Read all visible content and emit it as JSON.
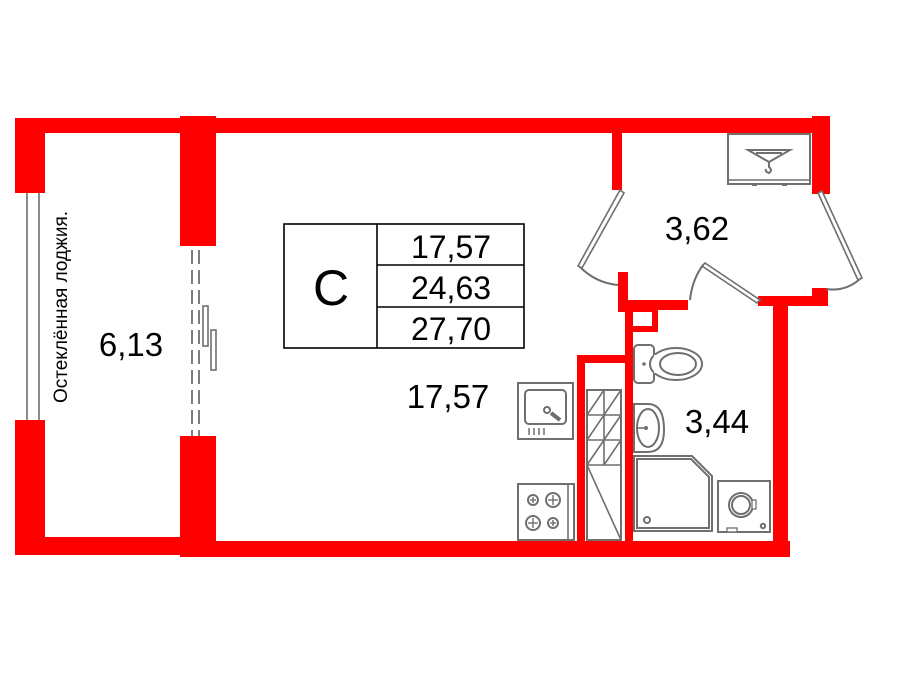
{
  "plan": {
    "type": "studio",
    "unit_code": "C",
    "areas_summary": {
      "living_area": "17,57",
      "total_area": "24,63",
      "total_area_with_loggia": "27,70"
    },
    "rooms": [
      {
        "id": "loggia",
        "label": "Остеклённая лоджия.",
        "area": "6,13"
      },
      {
        "id": "main-room",
        "label": "",
        "area": "17,57"
      },
      {
        "id": "hallway",
        "label": "",
        "area": "3,62"
      },
      {
        "id": "bathroom",
        "label": "",
        "area": "3,44"
      }
    ],
    "fixtures": [
      "wardrobe-hanger-icon",
      "kitchen-sink-icon",
      "stove-icon",
      "toilet-icon",
      "bathroom-sink-icon",
      "shower-tray-icon",
      "washing-machine-icon",
      "cabinet-shelving-icon"
    ],
    "colors": {
      "wall": "#fe0000",
      "fixture_stroke": "#6f6f6f",
      "text": "#000000",
      "background": "#ffffff"
    }
  }
}
